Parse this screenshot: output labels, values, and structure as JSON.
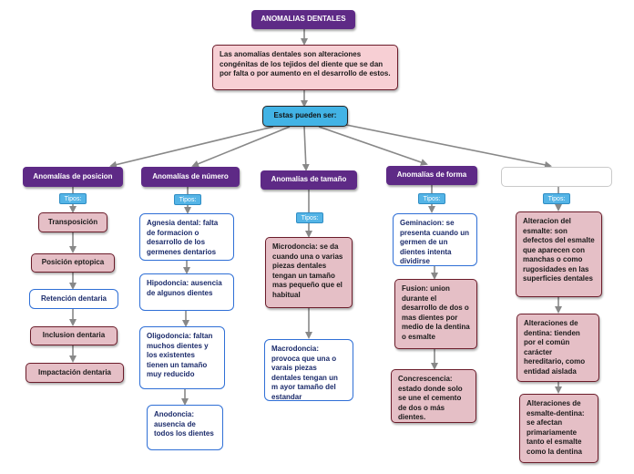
{
  "title": "ANOMALIAS DENTALES",
  "definition": "Las anomalías dentales son alteraciones congénitas de los tejidos del diente que se dan por falta o por aumento en el desarrollo de estos.",
  "hub": "Estas pueden ser:",
  "tag_label": "Tipos:",
  "categories": {
    "posicion": {
      "label": "Anomalías de posicion",
      "items": [
        "Transposición",
        "Posición eptopica",
        "Retención dentaria",
        "Inclusion dentaria",
        "Impactación dentaria"
      ]
    },
    "numero": {
      "label": "Anomalías de número",
      "items": [
        "Agnesia dental: falta de formacion o desarrollo de los germenes dentarios",
        "Hipodoncia: ausencia de algunos dientes",
        "Oligodoncia: faltan muchos dientes y los existentes tienen un tamaño muy reducido",
        "Anodoncia: ausencia de todos los dientes"
      ]
    },
    "tamano": {
      "label": "Anomalías de tamaño",
      "items": [
        "Microdoncia: se da cuando una o varias piezas dentales tengan un tamaño mas pequeño que el habitual",
        "Macrodoncia: provoca que una o varais piezas dentales tengan un m ayor tamaño del estandar"
      ]
    },
    "forma": {
      "label": "Anomalías de forma",
      "items": [
        "Geminacion: se presenta cuando un germen de un dientes intenta dividirse",
        "Fusion: union durante el desarrollo de dos o mas dientes por medio de la dentina o esmalte",
        "Concrescencia: estado donde solo se une el cemento de dos o más dientes."
      ]
    },
    "blank": {
      "label": "",
      "items": [
        "Alteracion del esmalte: son defectos del esmalte que aparecen con manchas o como rugosidades en las superficies dentales",
        "Alteraciones de dentina: tienden por el común carácter hereditario, como entidad aislada",
        "Alteraciones de esmalte-dentina: se afectan primariamente tanto el esmalte como la dentina"
      ]
    }
  },
  "colors": {
    "purple": "#5e2a86",
    "pink": "#f7cfd4",
    "rose": "#e5bfc6",
    "blue_border": "#2f6fd6",
    "tag": "#54b4e6",
    "connector": "#888888"
  }
}
